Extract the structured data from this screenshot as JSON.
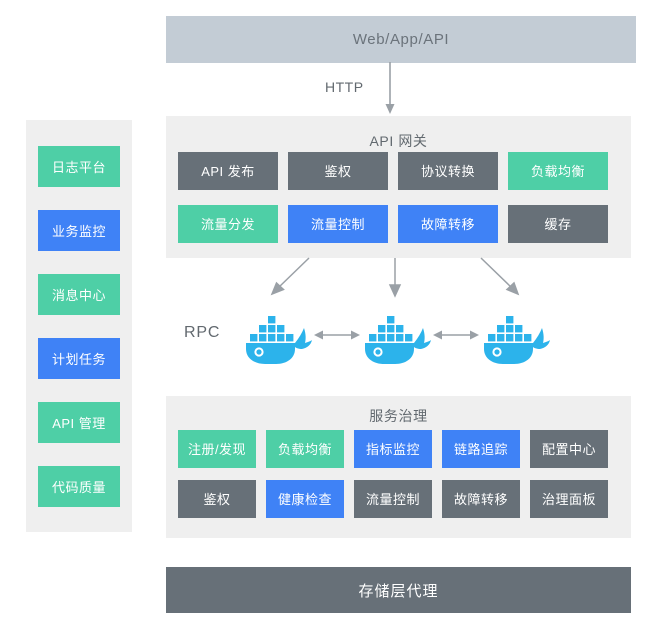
{
  "client_bar": {
    "label": "Web/App/API"
  },
  "protocol": {
    "label": "HTTP",
    "arrow_icon": "arrow-down-icon"
  },
  "gateway": {
    "title": "API 网关",
    "row1": [
      {
        "label": "API 发布",
        "color": "gray"
      },
      {
        "label": "鉴权",
        "color": "gray"
      },
      {
        "label": "协议转换",
        "color": "gray"
      },
      {
        "label": "负载均衡",
        "color": "green"
      }
    ],
    "row2": [
      {
        "label": "流量分发",
        "color": "green"
      },
      {
        "label": "流量控制",
        "color": "blue"
      },
      {
        "label": "故障转移",
        "color": "blue"
      },
      {
        "label": "缓存",
        "color": "gray"
      }
    ]
  },
  "sidebar": {
    "items": [
      {
        "label": "日志平台",
        "color": "green"
      },
      {
        "label": "业务监控",
        "color": "blue"
      },
      {
        "label": "消息中心",
        "color": "green"
      },
      {
        "label": "计划任务",
        "color": "blue"
      },
      {
        "label": "API 管理",
        "color": "green"
      },
      {
        "label": "代码质量",
        "color": "green"
      }
    ]
  },
  "rpc": {
    "label": "RPC",
    "nodes": [
      {
        "icon": "docker-whale-icon"
      },
      {
        "icon": "docker-whale-icon"
      },
      {
        "icon": "docker-whale-icon"
      }
    ],
    "links": [
      {
        "icon": "bidirectional-arrow-icon"
      },
      {
        "icon": "bidirectional-arrow-icon"
      }
    ]
  },
  "governance": {
    "title": "服务治理",
    "row1": [
      {
        "label": "注册/发现",
        "color": "green"
      },
      {
        "label": "负载均衡",
        "color": "green"
      },
      {
        "label": "指标监控",
        "color": "blue"
      },
      {
        "label": "链路追踪",
        "color": "blue"
      },
      {
        "label": "配置中心",
        "color": "gray"
      }
    ],
    "row2": [
      {
        "label": "鉴权",
        "color": "gray"
      },
      {
        "label": "健康检查",
        "color": "blue"
      },
      {
        "label": "流量控制",
        "color": "gray"
      },
      {
        "label": "故障转移",
        "color": "gray"
      },
      {
        "label": "治理面板",
        "color": "gray"
      }
    ]
  },
  "storage": {
    "label": "存储层代理"
  },
  "colors": {
    "gray": "#677078",
    "green": "#4ecfa6",
    "blue": "#3f82f6",
    "panel_bg": "#efefef",
    "client_bar": "#c3ccd5",
    "docker_blue": "#2cb3eb",
    "arrow": "#9aa0a6",
    "text_muted": "#62696f"
  }
}
